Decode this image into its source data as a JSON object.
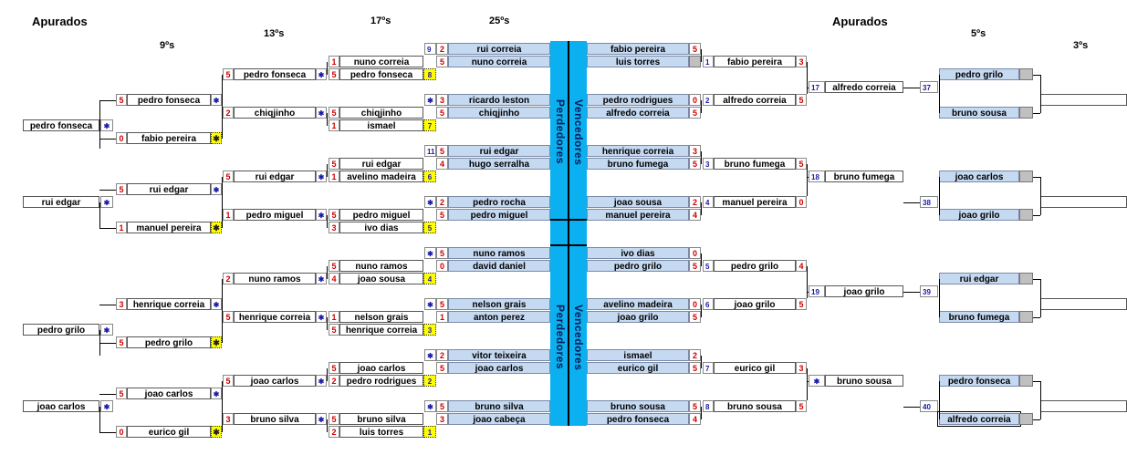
{
  "headers": {
    "left": "Apurados",
    "right": "Apurados",
    "r9": "9ºs",
    "r13": "13ºs",
    "r17": "17ºs",
    "r25": "25ºs",
    "r5": "5ºs",
    "r3": "3ºs"
  },
  "bands": {
    "losers": "Perdedores",
    "winners": "Vencedores"
  },
  "cells": [
    [
      "name",
      "pedro fonseca",
      25,
      131,
      84
    ],
    [
      "st",
      "✱",
      110,
      131,
      14
    ],
    [
      "name",
      "rui edgar",
      25,
      215,
      84
    ],
    [
      "st",
      "✱",
      110,
      215,
      14
    ],
    [
      "name",
      "pedro grilo",
      25,
      355,
      84
    ],
    [
      "st",
      "✱",
      110,
      355,
      14
    ],
    [
      "name",
      "joao carlos",
      25,
      439,
      84
    ],
    [
      "st",
      "✱",
      110,
      439,
      14
    ],
    [
      "sc",
      "5",
      127,
      103,
      12
    ],
    [
      "name",
      "pedro fonseca",
      139,
      103,
      92
    ],
    [
      "st",
      "✱",
      231,
      103,
      12
    ],
    [
      "sc",
      "0",
      127,
      145,
      12
    ],
    [
      "name",
      "fabio pereira",
      139,
      145,
      92
    ],
    [
      "syn",
      "✱",
      231,
      145,
      12
    ],
    [
      "sc",
      "5",
      127,
      201,
      12
    ],
    [
      "name",
      "rui edgar",
      139,
      201,
      92
    ],
    [
      "st",
      "✱",
      231,
      201,
      12
    ],
    [
      "sc",
      "1",
      127,
      243,
      12
    ],
    [
      "name",
      "manuel pereira",
      139,
      243,
      92
    ],
    [
      "syn",
      "✱",
      231,
      243,
      12
    ],
    [
      "sc",
      "3",
      127,
      327,
      12
    ],
    [
      "name",
      "henrique correia",
      139,
      327,
      92
    ],
    [
      "st",
      "✱",
      231,
      327,
      12
    ],
    [
      "sc",
      "5",
      127,
      369,
      12
    ],
    [
      "name",
      "pedro grilo",
      139,
      369,
      92
    ],
    [
      "syn",
      "✱",
      231,
      369,
      12
    ],
    [
      "sc",
      "5",
      127,
      425,
      12
    ],
    [
      "name",
      "joao carlos",
      139,
      425,
      92
    ],
    [
      "st",
      "✱",
      231,
      425,
      12
    ],
    [
      "sc",
      "0",
      127,
      467,
      12
    ],
    [
      "name",
      "eurico gil",
      139,
      467,
      92
    ],
    [
      "syn",
      "✱",
      231,
      467,
      12
    ],
    [
      "sc",
      "5",
      244,
      75,
      12
    ],
    [
      "name",
      "pedro fonseca",
      256,
      75,
      90
    ],
    [
      "st",
      "✱",
      346,
      75,
      12
    ],
    [
      "sc",
      "2",
      244,
      117,
      12
    ],
    [
      "name",
      "chiqjinho",
      256,
      117,
      90
    ],
    [
      "st",
      "✱",
      346,
      117,
      12
    ],
    [
      "sc",
      "5",
      244,
      187,
      12
    ],
    [
      "name",
      "rui edgar",
      256,
      187,
      90
    ],
    [
      "st",
      "✱",
      346,
      187,
      12
    ],
    [
      "sc",
      "1",
      244,
      229,
      12
    ],
    [
      "name",
      "pedro miguel",
      256,
      229,
      90
    ],
    [
      "st",
      "✱",
      346,
      229,
      12
    ],
    [
      "sc",
      "2",
      244,
      299,
      12
    ],
    [
      "name",
      "nuno ramos",
      256,
      299,
      90
    ],
    [
      "st",
      "✱",
      346,
      299,
      12
    ],
    [
      "sc",
      "5",
      244,
      341,
      12
    ],
    [
      "name",
      "henrique correia",
      256,
      341,
      90
    ],
    [
      "st",
      "✱",
      346,
      341,
      12
    ],
    [
      "sc",
      "5",
      244,
      411,
      12
    ],
    [
      "name",
      "joao carlos",
      256,
      411,
      90
    ],
    [
      "st",
      "✱",
      346,
      411,
      12
    ],
    [
      "sc",
      "3",
      244,
      453,
      12
    ],
    [
      "name",
      "bruno silva",
      256,
      453,
      90
    ],
    [
      "st",
      "✱",
      346,
      453,
      12
    ],
    [
      "sc",
      "1",
      360,
      61,
      12
    ],
    [
      "name",
      "nuno correia",
      372,
      61,
      92
    ],
    [
      "sc",
      "5",
      360,
      75,
      12
    ],
    [
      "name",
      "pedro fonseca",
      372,
      75,
      92
    ],
    [
      "sty",
      "8",
      464,
      75,
      14
    ],
    [
      "sc",
      "5",
      360,
      117,
      12
    ],
    [
      "name",
      "chiqjinho",
      372,
      117,
      92
    ],
    [
      "sc",
      "1",
      360,
      131,
      12
    ],
    [
      "name",
      "ismael",
      372,
      131,
      92
    ],
    [
      "sty",
      "7",
      464,
      131,
      14
    ],
    [
      "sc",
      "5",
      360,
      173,
      12
    ],
    [
      "name",
      "rui edgar",
      372,
      173,
      92
    ],
    [
      "sc",
      "1",
      360,
      187,
      12
    ],
    [
      "name",
      "avelino madeira",
      372,
      187,
      92
    ],
    [
      "sty",
      "6",
      464,
      187,
      14
    ],
    [
      "sc",
      "5",
      360,
      229,
      12
    ],
    [
      "name",
      "pedro miguel",
      372,
      229,
      92
    ],
    [
      "sc",
      "3",
      360,
      243,
      12
    ],
    [
      "name",
      "ivo dias",
      372,
      243,
      92
    ],
    [
      "sty",
      "5",
      464,
      243,
      14
    ],
    [
      "sc",
      "5",
      360,
      285,
      12
    ],
    [
      "name",
      "nuno ramos",
      372,
      285,
      92
    ],
    [
      "sc",
      "4",
      360,
      299,
      12
    ],
    [
      "name",
      "joao sousa",
      372,
      299,
      92
    ],
    [
      "sty",
      "4",
      464,
      299,
      14
    ],
    [
      "sc",
      "1",
      360,
      341,
      12
    ],
    [
      "name",
      "nelson grais",
      372,
      341,
      92
    ],
    [
      "sc",
      "5",
      360,
      355,
      12
    ],
    [
      "name",
      "henrique correia",
      372,
      355,
      92
    ],
    [
      "sty",
      "3",
      464,
      355,
      14
    ],
    [
      "sc",
      "5",
      360,
      397,
      12
    ],
    [
      "name",
      "joao carlos",
      372,
      397,
      92
    ],
    [
      "sc",
      "2",
      360,
      411,
      12
    ],
    [
      "name",
      "pedro rodrigues",
      372,
      411,
      92
    ],
    [
      "sty",
      "2",
      464,
      411,
      14
    ],
    [
      "sc",
      "5",
      360,
      453,
      12
    ],
    [
      "name",
      "bruno silva",
      372,
      453,
      92
    ],
    [
      "sc",
      "2",
      360,
      467,
      12
    ],
    [
      "name",
      "luis torres",
      372,
      467,
      92
    ],
    [
      "sty",
      "1",
      464,
      467,
      14
    ],
    [
      "num",
      "9",
      465,
      47,
      13
    ],
    [
      "sc",
      "2",
      478,
      47,
      13
    ],
    [
      "bl",
      "rui correia",
      491,
      47,
      112
    ],
    [
      "sc",
      "5",
      478,
      61,
      13
    ],
    [
      "bl",
      "nuno correia",
      491,
      61,
      112
    ],
    [
      "st",
      "✱",
      465,
      103,
      13
    ],
    [
      "sc",
      "3",
      478,
      103,
      13
    ],
    [
      "bl",
      "ricardo leston",
      491,
      103,
      112
    ],
    [
      "sc",
      "5",
      478,
      117,
      13
    ],
    [
      "bl",
      "chiqjinho",
      491,
      117,
      112
    ],
    [
      "num",
      "11",
      465,
      159,
      13
    ],
    [
      "sc",
      "5",
      478,
      159,
      13
    ],
    [
      "bl",
      "rui edgar",
      491,
      159,
      112
    ],
    [
      "sc",
      "4",
      478,
      173,
      13
    ],
    [
      "bl",
      "hugo serralha",
      491,
      173,
      112
    ],
    [
      "st",
      "✱",
      465,
      215,
      13
    ],
    [
      "sc",
      "2",
      478,
      215,
      13
    ],
    [
      "bl",
      "pedro rocha",
      491,
      215,
      112
    ],
    [
      "sc",
      "5",
      478,
      229,
      13
    ],
    [
      "bl",
      "pedro miguel",
      491,
      229,
      112
    ],
    [
      "st",
      "✱",
      465,
      271,
      13
    ],
    [
      "sc",
      "5",
      478,
      271,
      13
    ],
    [
      "bl",
      "nuno ramos",
      491,
      271,
      112
    ],
    [
      "sc",
      "0",
      478,
      285,
      13
    ],
    [
      "bl",
      "david daniel",
      491,
      285,
      112
    ],
    [
      "st",
      "✱",
      465,
      327,
      13
    ],
    [
      "sc",
      "5",
      478,
      327,
      13
    ],
    [
      "bl",
      "nelson grais",
      491,
      327,
      112
    ],
    [
      "sc",
      "1",
      478,
      341,
      13
    ],
    [
      "bl",
      "anton perez",
      491,
      341,
      112
    ],
    [
      "st",
      "✱",
      465,
      383,
      13
    ],
    [
      "sc",
      "2",
      478,
      383,
      13
    ],
    [
      "bl",
      "vitor teixeira",
      491,
      383,
      112
    ],
    [
      "sc",
      "5",
      478,
      397,
      13
    ],
    [
      "bl",
      "joao carlos",
      491,
      397,
      112
    ],
    [
      "st",
      "✱",
      465,
      439,
      13
    ],
    [
      "sc",
      "5",
      478,
      439,
      13
    ],
    [
      "bl",
      "bruno silva",
      491,
      439,
      112
    ],
    [
      "sc",
      "3",
      478,
      453,
      13
    ],
    [
      "bl",
      "joao cabeça",
      491,
      453,
      112
    ],
    [
      "bl",
      "fabio pereira",
      643,
      47,
      112
    ],
    [
      "sc",
      "5",
      755,
      47,
      13
    ],
    [
      "bl",
      "luis torres",
      643,
      61,
      112
    ],
    [
      "gr",
      "",
      755,
      61,
      13
    ],
    [
      "bl",
      "pedro rodrigues",
      643,
      103,
      112
    ],
    [
      "sc",
      "0",
      755,
      103,
      13
    ],
    [
      "bl",
      "alfredo correia",
      643,
      117,
      112
    ],
    [
      "sc",
      "5",
      755,
      117,
      13
    ],
    [
      "bl",
      "henrique correia",
      643,
      159,
      112
    ],
    [
      "sc",
      "3",
      755,
      159,
      13
    ],
    [
      "bl",
      "bruno fumega",
      643,
      173,
      112
    ],
    [
      "sc",
      "5",
      755,
      173,
      13
    ],
    [
      "bl",
      "joao sousa",
      643,
      215,
      112
    ],
    [
      "sc",
      "2",
      755,
      215,
      13
    ],
    [
      "bl",
      "manuel pereira",
      643,
      229,
      112
    ],
    [
      "sc",
      "4",
      755,
      229,
      13
    ],
    [
      "bl",
      "ivo dias",
      643,
      271,
      112
    ],
    [
      "sc",
      "0",
      755,
      271,
      13
    ],
    [
      "bl",
      "pedro grilo",
      643,
      285,
      112
    ],
    [
      "sc",
      "5",
      755,
      285,
      13
    ],
    [
      "bl",
      "avelino madeira",
      643,
      327,
      112
    ],
    [
      "sc",
      "0",
      755,
      327,
      13
    ],
    [
      "bl",
      "joao grilo",
      643,
      341,
      112
    ],
    [
      "sc",
      "5",
      755,
      341,
      13
    ],
    [
      "bl",
      "ismael",
      643,
      383,
      112
    ],
    [
      "sc",
      "2",
      755,
      383,
      13
    ],
    [
      "bl",
      "eurico gil",
      643,
      397,
      112
    ],
    [
      "sc",
      "5",
      755,
      397,
      13
    ],
    [
      "bl",
      "bruno sousa",
      643,
      439,
      112
    ],
    [
      "sc",
      "5",
      755,
      439,
      13
    ],
    [
      "bl",
      "pedro fonseca",
      643,
      453,
      112
    ],
    [
      "sc",
      "4",
      755,
      453,
      13
    ],
    [
      "num",
      "1",
      770,
      61,
      12
    ],
    [
      "name",
      "fabio pereira",
      782,
      61,
      90
    ],
    [
      "sc",
      "3",
      872,
      61,
      12
    ],
    [
      "num",
      "2",
      770,
      103,
      12
    ],
    [
      "name",
      "alfredo correia",
      782,
      103,
      90
    ],
    [
      "sc",
      "5",
      872,
      103,
      12
    ],
    [
      "num",
      "3",
      770,
      173,
      12
    ],
    [
      "name",
      "bruno fumega",
      782,
      173,
      90
    ],
    [
      "sc",
      "5",
      872,
      173,
      12
    ],
    [
      "num",
      "4",
      770,
      215,
      12
    ],
    [
      "name",
      "manuel pereira",
      782,
      215,
      90
    ],
    [
      "sc",
      "0",
      872,
      215,
      12
    ],
    [
      "num",
      "5",
      770,
      285,
      12
    ],
    [
      "name",
      "pedro grilo",
      782,
      285,
      90
    ],
    [
      "sc",
      "4",
      872,
      285,
      12
    ],
    [
      "num",
      "6",
      770,
      327,
      12
    ],
    [
      "name",
      "joao grilo",
      782,
      327,
      90
    ],
    [
      "sc",
      "5",
      872,
      327,
      12
    ],
    [
      "num",
      "7",
      770,
      397,
      12
    ],
    [
      "name",
      "eurico gil",
      782,
      397,
      90
    ],
    [
      "sc",
      "3",
      872,
      397,
      12
    ],
    [
      "num",
      "8",
      770,
      439,
      12
    ],
    [
      "name",
      "bruno sousa",
      782,
      439,
      90
    ],
    [
      "sc",
      "5",
      872,
      439,
      12
    ],
    [
      "num",
      "17",
      886,
      89,
      18
    ],
    [
      "name",
      "alfredo correia",
      904,
      89,
      86
    ],
    [
      "num",
      "18",
      886,
      187,
      18
    ],
    [
      "name",
      "bruno fumega",
      904,
      187,
      86
    ],
    [
      "num",
      "19",
      886,
      313,
      18
    ],
    [
      "name",
      "joao grilo",
      904,
      313,
      86
    ],
    [
      "st",
      "✱",
      886,
      411,
      18
    ],
    [
      "name",
      "bruno sousa",
      904,
      411,
      86
    ],
    [
      "num",
      "37",
      1008,
      89,
      20
    ],
    [
      "num",
      "38",
      1008,
      215,
      20
    ],
    [
      "num",
      "39",
      1008,
      313,
      20
    ],
    [
      "num",
      "40",
      1008,
      439,
      20
    ],
    [
      "bl",
      "pedro grilo",
      1029,
      75,
      88
    ],
    [
      "gr",
      "",
      1117,
      75,
      15
    ],
    [
      "bl",
      "bruno sousa",
      1029,
      117,
      88
    ],
    [
      "gr",
      "",
      1117,
      117,
      15
    ],
    [
      "bl",
      "joao carlos",
      1029,
      187,
      88
    ],
    [
      "gr",
      "",
      1117,
      187,
      15
    ],
    [
      "bl",
      "joao grilo",
      1029,
      229,
      88
    ],
    [
      "gr",
      "",
      1117,
      229,
      15
    ],
    [
      "bl",
      "rui edgar",
      1029,
      299,
      88
    ],
    [
      "gr",
      "",
      1117,
      299,
      15
    ],
    [
      "bl",
      "bruno fumega",
      1029,
      341,
      88
    ],
    [
      "gr",
      "",
      1117,
      341,
      15
    ],
    [
      "bl",
      "pedro fonseca",
      1029,
      411,
      88
    ],
    [
      "gr",
      "",
      1117,
      411,
      15
    ],
    [
      "bl",
      "alfredo correia",
      1029,
      453,
      88
    ],
    [
      "gr",
      "",
      1117,
      453,
      15
    ],
    [
      "name",
      "",
      1140,
      103,
      95
    ],
    [
      "name",
      "",
      1140,
      215,
      95
    ],
    [
      "name",
      "",
      1140,
      327,
      95
    ],
    [
      "name",
      "",
      1140,
      439,
      95
    ]
  ]
}
